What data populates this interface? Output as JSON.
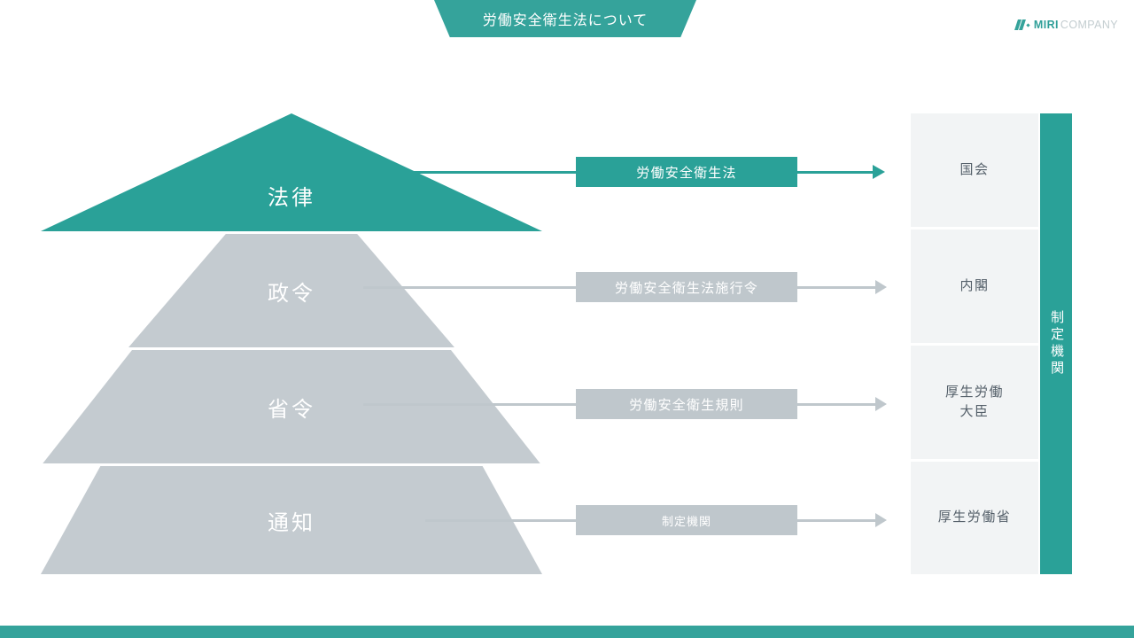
{
  "header": {
    "title": "労働安全衛生法について",
    "logo": {
      "mark_icon": "logo-slash-icon",
      "primary": "MIRI",
      "secondary": "COMPANY"
    }
  },
  "pyramid": {
    "tiers": [
      {
        "label": "法律",
        "color": "#2aa198"
      },
      {
        "label": "政令",
        "color": "#c4cbd0"
      },
      {
        "label": "省令",
        "color": "#c4cbd0"
      },
      {
        "label": "通知",
        "color": "#c4cbd0"
      }
    ]
  },
  "connectors": [
    {
      "label": "労働安全衛生法",
      "color": "#2aa198",
      "arrow_icon": "arrow-right-icon"
    },
    {
      "label": "労働安全衛生法施行令",
      "color": "#bfc7cc",
      "arrow_icon": "arrow-right-icon"
    },
    {
      "label": "労働安全衛生規則",
      "color": "#bfc7cc",
      "arrow_icon": "arrow-right-icon"
    },
    {
      "label": "制定機関",
      "color": "#bfc7cc",
      "arrow_icon": "arrow-right-icon"
    }
  ],
  "organs": {
    "items": [
      {
        "label": "国会"
      },
      {
        "label": "内閣"
      },
      {
        "label": "厚生労働\n大臣"
      },
      {
        "label": "厚生労働省"
      }
    ],
    "side_label": "制定機関",
    "side_color": "#2aa198"
  },
  "theme": {
    "accent": "#2aa198",
    "header_accent": "#35a39b",
    "muted": "#c4cbd0",
    "panel_bg": "#f2f4f5",
    "text_dark": "#55606a"
  }
}
